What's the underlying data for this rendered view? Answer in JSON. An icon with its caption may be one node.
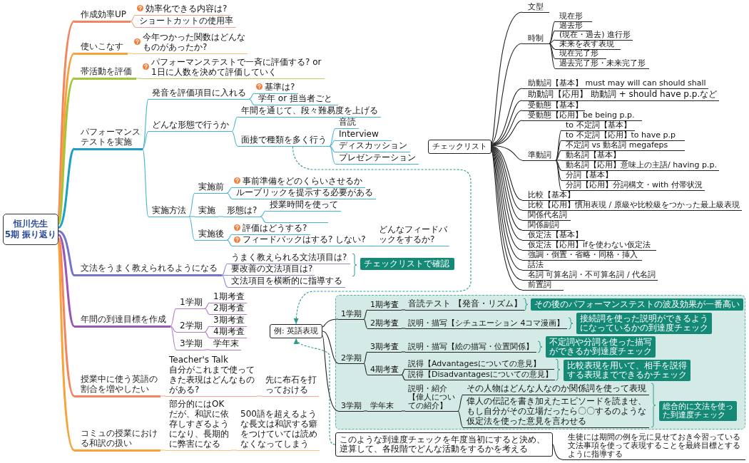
{
  "diagram": {
    "nodes": [
      {
        "text": [
          "恒川先生",
          "5期 振り返り"
        ]
      },
      {
        "text": [
          "作成効率UP"
        ]
      },
      {
        "text": [
          "効率化できる内容は?"
        ]
      },
      {
        "text": [
          "ショートカットの使用率"
        ]
      },
      {
        "text": [
          "使いこなす"
        ]
      },
      {
        "text": [
          "今年つかった関数はどんなものがあったか?"
        ]
      },
      {
        "text": [
          "帯活動を評価"
        ]
      },
      {
        "text": [
          "パフォーマンステストで一斉に評価する? or 1日に人数を決めて評価していく"
        ]
      },
      {
        "text": [
          "パフォーマンステストを実施"
        ]
      },
      {
        "text": [
          "発音を評価項目に入れる"
        ]
      },
      {
        "text": [
          "基準は?"
        ]
      },
      {
        "text": [
          "学年 or 担当者ごと"
        ]
      },
      {
        "text": [
          "どんな形態で行うか"
        ]
      },
      {
        "text": [
          "年間を通じて、段々難易度を上げる"
        ]
      },
      {
        "text": [
          "面接で種類を多く行う"
        ]
      },
      {
        "text": [
          "音読"
        ]
      },
      {
        "text": [
          "Interview"
        ]
      },
      {
        "text": [
          "ディスカッション"
        ]
      },
      {
        "text": [
          "プレゼンテーション"
        ]
      },
      {
        "text": [
          "実施方法"
        ]
      },
      {
        "text": [
          "実施前"
        ]
      },
      {
        "text": [
          "事前準備をどのくらいさせるか"
        ]
      },
      {
        "text": [
          "ルーブリックを提示する必要がある"
        ]
      },
      {
        "text": [
          "実施"
        ]
      },
      {
        "text": [
          "形態は?"
        ]
      },
      {
        "text": [
          "授業時間を使って"
        ]
      },
      {
        "text": [],
        "shape": "line"
      },
      {
        "text": [
          "実施後"
        ]
      },
      {
        "text": [
          "評価はどうする?"
        ]
      },
      {
        "text": [
          "フィードバックはする? しない?"
        ]
      },
      {
        "text": [
          "どんなフィードバックをするか?"
        ]
      },
      {
        "text": [
          "文法をうまく教えられるようになる"
        ]
      },
      {
        "text": [
          "うまく教えられる文法項目は?"
        ]
      },
      {
        "text": [
          "要改善の文法項目は?"
        ]
      },
      {
        "text": [
          "文法項目を横断的に指導する"
        ]
      },
      {
        "text": [
          "チェックリストで確認"
        ]
      },
      {
        "text": [
          "年間の到達目標を作成"
        ]
      },
      {
        "text": [
          "1学期"
        ]
      },
      {
        "text": [
          "1期考査"
        ]
      },
      {
        "text": [
          "2期考査"
        ]
      },
      {
        "text": [
          "2学期"
        ]
      },
      {
        "text": [
          "3期考査"
        ]
      },
      {
        "text": [
          "4期考査"
        ]
      },
      {
        "text": [
          "3学期"
        ]
      },
      {
        "text": [
          "学年末"
        ]
      },
      {
        "text": [
          "授業中に使う英語の割合を増やしたい"
        ]
      },
      {
        "text": [
          "Teacher's Talk",
          "自分がこれまで使ってきた表現はどんなものがある?"
        ]
      },
      {
        "text": [
          "先に布石を打っておける"
        ]
      },
      {
        "text": [
          "コミュの授業における和訳の扱い"
        ]
      },
      {
        "text": [
          "部分的にはOKだが、和訳に依存しすぎるようになり、長期的に弊害になる"
        ]
      },
      {
        "text": [
          "500語を超えるような長文は和訳する癖をつけていては読めなくなってしまう"
        ]
      },
      {
        "text": [
          "チェックリスト"
        ]
      },
      {
        "text": [
          "文型"
        ]
      },
      {
        "text": [
          "時制"
        ]
      },
      {
        "text": [
          "現在形"
        ]
      },
      {
        "text": [
          "過去形"
        ]
      },
      {
        "text": [
          "(現在・過去) 進行形"
        ]
      },
      {
        "text": [
          "未来を表す表現"
        ]
      },
      {
        "text": [
          "現在完了形"
        ]
      },
      {
        "text": [
          "過去完了形・未来完了形"
        ]
      },
      {
        "text": [
          "助動詞【基本】 must may will can should shall"
        ]
      },
      {
        "text": [
          "助動詞【応用】 助動詞 + should have p.p.など"
        ]
      },
      {
        "text": [
          "受動態【基本】"
        ]
      },
      {
        "text": [
          "受動態【応用】be being p.p."
        ]
      },
      {
        "text": [
          "準動詞"
        ]
      },
      {
        "text": [
          "to 不定詞【基本】"
        ]
      },
      {
        "text": [
          "to 不定詞【応用】to have p.p"
        ]
      },
      {
        "text": [
          "不定詞 vs 動名詞 megafeps"
        ]
      },
      {
        "text": [
          "動名詞【基本】"
        ]
      },
      {
        "text": [
          "動名詞【応用】意味上の主語/ having p.p."
        ]
      },
      {
        "text": [
          "分詞【基本】"
        ]
      },
      {
        "text": [
          "分詞【応用】分詞構文・with 付帯状況"
        ]
      },
      {
        "text": [
          "比較【基本】"
        ]
      },
      {
        "text": [
          "比較【応用】慣用表現 / 原級や比較級をつかった最上級表現"
        ]
      },
      {
        "text": [
          "関係代名詞"
        ]
      },
      {
        "text": [
          "関係副詞"
        ]
      },
      {
        "text": [
          "仮定法【基本】"
        ]
      },
      {
        "text": [
          "仮定法【応用】ifを使わない仮定法"
        ]
      },
      {
        "text": [
          "強調・倒置・省略・同格・挿入"
        ]
      },
      {
        "text": [
          "話法"
        ]
      },
      {
        "text": [
          "名詞 可算名詞・不可算名詞 / 代名詞"
        ]
      },
      {
        "text": [
          "前置詞"
        ]
      },
      {
        "text": [
          "例: 英語表現"
        ]
      },
      {
        "text": [],
        "shape": "box"
      },
      {
        "text": [
          "1学期"
        ],
        "in": 83
      },
      {
        "text": [
          "1期考査"
        ],
        "in": 83
      },
      {
        "text": [
          "音読テスト 【発音・リズム】"
        ],
        "in": 83
      },
      {
        "text": [
          "その後のパフォーマンステストの波及効果が一番高い"
        ],
        "in": 83
      },
      {
        "text": [
          "2期考査"
        ],
        "in": 83
      },
      {
        "text": [
          "説明・描写【シチュエーション 4コマ漫画】"
        ],
        "in": 83
      },
      {
        "text": [
          "接続詞を使った説明ができるようになっているかの到達度チェック"
        ],
        "in": 83
      },
      {
        "text": [
          "2学期"
        ],
        "in": 83
      },
      {
        "text": [
          "3期考査"
        ],
        "in": 83
      },
      {
        "text": [
          "説明・描写【絵の描写・位置関係】"
        ],
        "in": 83
      },
      {
        "text": [
          "不定詞や分詞を使った描写ができるか到達度チェック"
        ],
        "in": 83
      },
      {
        "text": [
          "4期考査"
        ],
        "in": 83
      },
      {
        "text": [
          "説得【Advantagesについての意見】"
        ],
        "in": 83
      },
      {
        "text": [
          "説得【Disadvantagesについての意見】"
        ],
        "in": 83
      },
      {
        "text": [
          "比較表現を用いて、相手を説得する表現までできるかチェック"
        ],
        "in": 83
      },
      {
        "text": [
          "3学期"
        ],
        "in": 83
      },
      {
        "text": [
          "学年末"
        ],
        "in": 83
      },
      {
        "text": [
          "説明・紹介【偉人についての紹介】"
        ],
        "in": 83
      },
      {
        "text": [
          "その人物はどんな人なのか関係詞を使って表現"
        ],
        "in": 83
      },
      {
        "text": [
          "偉人の伝記を書き加えたエピソードを読ませ、もし自分がその立場だったら〇〇するのような仮定法を使った意見を言わせる"
        ],
        "in": 83
      },
      {
        "text": [
          "総合的に文法を使った到達度チェック"
        ],
        "in": 83
      },
      {
        "text": [
          "このような到達度チェックを年度当初にすると決め、逆算して、各段階でどんな活動をするかを考える"
        ]
      },
      {
        "text": [
          "生徒には期間の例を元に見せておき今習っている文法事項を使って表現することを最終目標とするように指導する"
        ]
      }
    ],
    "edges": [
      {
        "from": 0,
        "to": 1,
        "arrow": "none",
        "style": "thick",
        "color": "#f4845f"
      },
      {
        "from": 1,
        "to": 2,
        "arrow": "none",
        "color": "#f6a285"
      },
      {
        "from": 1,
        "to": 3,
        "arrow": "none",
        "color": "#f6a285"
      },
      {
        "from": 0,
        "to": 4,
        "arrow": "none",
        "style": "thick",
        "color": "#f8a23a"
      },
      {
        "from": 4,
        "to": 5,
        "arrow": "none",
        "color": "#f9bf73"
      },
      {
        "from": 0,
        "to": 6,
        "arrow": "none",
        "style": "thick",
        "color": "#a4c43a"
      },
      {
        "from": 6,
        "to": 7,
        "arrow": "none",
        "color": "#b6cf5e"
      },
      {
        "from": 0,
        "to": 8,
        "arrow": "none",
        "style": "thick",
        "color": "#1d9ec4"
      },
      {
        "from": 8,
        "to": 9,
        "arrow": "none",
        "color": "#47b4d3"
      },
      {
        "from": 9,
        "to": 10,
        "arrow": "none",
        "color": "#47b4d3"
      },
      {
        "from": 9,
        "to": 11,
        "arrow": "none",
        "color": "#47b4d3"
      },
      {
        "from": 8,
        "to": 12,
        "arrow": "none",
        "color": "#47b4d3"
      },
      {
        "from": 12,
        "to": 13,
        "arrow": "none",
        "color": "#47b4d3"
      },
      {
        "from": 12,
        "to": 14,
        "arrow": "none",
        "color": "#47b4d3"
      },
      {
        "from": 14,
        "to": 15,
        "arrow": "none",
        "color": "#47b4d3"
      },
      {
        "from": 14,
        "to": 16,
        "arrow": "none",
        "color": "#47b4d3"
      },
      {
        "from": 14,
        "to": 17,
        "arrow": "none",
        "color": "#47b4d3"
      },
      {
        "from": 14,
        "to": 18,
        "arrow": "none",
        "color": "#47b4d3"
      },
      {
        "from": 8,
        "to": 19,
        "arrow": "none",
        "color": "#47b4d3"
      },
      {
        "from": 19,
        "to": 20,
        "arrow": "none",
        "color": "#47b4d3"
      },
      {
        "from": 20,
        "to": 21,
        "arrow": "none",
        "color": "#47b4d3"
      },
      {
        "from": 20,
        "to": 22,
        "arrow": "none",
        "color": "#47b4d3"
      },
      {
        "from": 19,
        "to": 23,
        "arrow": "none",
        "color": "#47b4d3"
      },
      {
        "from": 23,
        "to": 24,
        "arrow": "none",
        "color": "#47b4d3"
      },
      {
        "from": 24,
        "to": 25,
        "arrow": "none",
        "color": "#47b4d3"
      },
      {
        "from": 24,
        "to": 26,
        "arrow": "none",
        "color": "#47b4d3"
      },
      {
        "from": 19,
        "to": 27,
        "arrow": "none",
        "color": "#47b4d3"
      },
      {
        "from": 27,
        "to": 28,
        "arrow": "none",
        "color": "#47b4d3"
      },
      {
        "from": 27,
        "to": 29,
        "arrow": "none",
        "color": "#47b4d3"
      },
      {
        "from": 29,
        "to": 30,
        "arrow": "none",
        "color": "#47b4d3"
      },
      {
        "from": 0,
        "to": 31,
        "arrow": "none",
        "style": "thick",
        "color": "#7474c9"
      },
      {
        "from": 31,
        "to": 32,
        "arrow": "none",
        "color": "#8d8dd4"
      },
      {
        "from": 31,
        "to": 33,
        "arrow": "none",
        "color": "#8d8dd4"
      },
      {
        "from": 31,
        "to": 34,
        "arrow": "none",
        "color": "#8d8dd4"
      },
      {
        "from": 0,
        "to": 36,
        "arrow": "none",
        "style": "thick",
        "color": "#9a58b5"
      },
      {
        "from": 36,
        "to": 37,
        "arrow": "none",
        "color": "#b07ac5"
      },
      {
        "from": 37,
        "to": 38,
        "arrow": "none",
        "color": "#b07ac5"
      },
      {
        "from": 37,
        "to": 39,
        "arrow": "none",
        "color": "#b07ac5"
      },
      {
        "from": 36,
        "to": 40,
        "arrow": "none",
        "color": "#b07ac5"
      },
      {
        "from": 40,
        "to": 41,
        "arrow": "none",
        "color": "#b07ac5"
      },
      {
        "from": 40,
        "to": 42,
        "arrow": "none",
        "color": "#b07ac5"
      },
      {
        "from": 36,
        "to": 43,
        "arrow": "none",
        "color": "#b07ac5"
      },
      {
        "from": 43,
        "to": 44,
        "arrow": "none",
        "color": "#b07ac5"
      },
      {
        "from": 0,
        "to": 45,
        "arrow": "none",
        "style": "thick",
        "color": "#f4845f"
      },
      {
        "from": 45,
        "to": 46,
        "arrow": "none",
        "color": "#f7a68c"
      },
      {
        "from": 46,
        "to": 47,
        "arrow": "none",
        "color": "#f7a68c"
      },
      {
        "from": 0,
        "to": 48,
        "arrow": "none",
        "style": "thick",
        "color": "#f8a23a"
      },
      {
        "from": 48,
        "to": 49,
        "arrow": "none",
        "color": "#fbc27c"
      },
      {
        "from": 49,
        "to": 50,
        "arrow": "none",
        "color": "#fbc27c"
      },
      {
        "from": 51,
        "to": 52,
        "arrow": "none"
      },
      {
        "from": 51,
        "to": 53,
        "arrow": "none"
      },
      {
        "from": 53,
        "to": 54,
        "arrow": "none"
      },
      {
        "from": 53,
        "to": 55,
        "arrow": "none"
      },
      {
        "from": 53,
        "to": 56,
        "arrow": "none"
      },
      {
        "from": 53,
        "to": 57,
        "arrow": "none"
      },
      {
        "from": 53,
        "to": 58,
        "arrow": "none"
      },
      {
        "from": 53,
        "to": 59,
        "arrow": "none"
      },
      {
        "from": 51,
        "to": 60,
        "arrow": "none"
      },
      {
        "from": 51,
        "to": 61,
        "arrow": "none"
      },
      {
        "from": 51,
        "to": 62,
        "arrow": "none"
      },
      {
        "from": 51,
        "to": 63,
        "arrow": "none"
      },
      {
        "from": 51,
        "to": 64,
        "arrow": "none"
      },
      {
        "from": 64,
        "to": 65,
        "arrow": "none"
      },
      {
        "from": 64,
        "to": 66,
        "arrow": "none"
      },
      {
        "from": 64,
        "to": 67,
        "arrow": "none"
      },
      {
        "from": 64,
        "to": 68,
        "arrow": "none"
      },
      {
        "from": 64,
        "to": 69,
        "arrow": "none"
      },
      {
        "from": 64,
        "to": 70,
        "arrow": "none"
      },
      {
        "from": 64,
        "to": 71,
        "arrow": "none"
      },
      {
        "from": 51,
        "to": 72,
        "arrow": "none"
      },
      {
        "from": 51,
        "to": 73,
        "arrow": "none"
      },
      {
        "from": 51,
        "to": 74,
        "arrow": "none"
      },
      {
        "from": 51,
        "to": 75,
        "arrow": "none"
      },
      {
        "from": 51,
        "to": 76,
        "arrow": "none"
      },
      {
        "from": 51,
        "to": 77,
        "arrow": "none"
      },
      {
        "from": 51,
        "to": 78,
        "arrow": "none"
      },
      {
        "from": 51,
        "to": 79,
        "arrow": "none"
      },
      {
        "from": 51,
        "to": 80,
        "arrow": "none"
      },
      {
        "from": 51,
        "to": 81,
        "arrow": "none"
      },
      {
        "from": 82,
        "to": 84,
        "arrow": "none"
      },
      {
        "from": 84,
        "to": 85,
        "arrow": "none"
      },
      {
        "from": 85,
        "to": 86,
        "arrow": "none"
      },
      {
        "from": 84,
        "to": 88,
        "arrow": "none"
      },
      {
        "from": 88,
        "to": 89,
        "arrow": "none"
      },
      {
        "from": 82,
        "to": 91,
        "arrow": "none"
      },
      {
        "from": 91,
        "to": 92,
        "arrow": "none"
      },
      {
        "from": 92,
        "to": 93,
        "arrow": "none"
      },
      {
        "from": 91,
        "to": 95,
        "arrow": "none"
      },
      {
        "from": 95,
        "to": 96,
        "arrow": "none"
      },
      {
        "from": 95,
        "to": 97,
        "arrow": "none"
      },
      {
        "from": 82,
        "to": 99,
        "arrow": "none"
      },
      {
        "from": 99,
        "to": 100,
        "arrow": "none"
      },
      {
        "from": 100,
        "to": 101,
        "arrow": "none"
      },
      {
        "from": 101,
        "to": 102,
        "arrow": "none"
      },
      {
        "from": 101,
        "to": 103,
        "arrow": "none"
      },
      {
        "from": 105,
        "to": 106,
        "arrow": "none"
      },
      {
        "from": 14,
        "to": 82,
        "arrow": "to",
        "style": "dashed",
        "color": "#2a9d8f"
      },
      {
        "from": 105,
        "to": 82,
        "arrow": "to",
        "style": "dashed",
        "color": "#2a9d8f"
      }
    ]
  }
}
